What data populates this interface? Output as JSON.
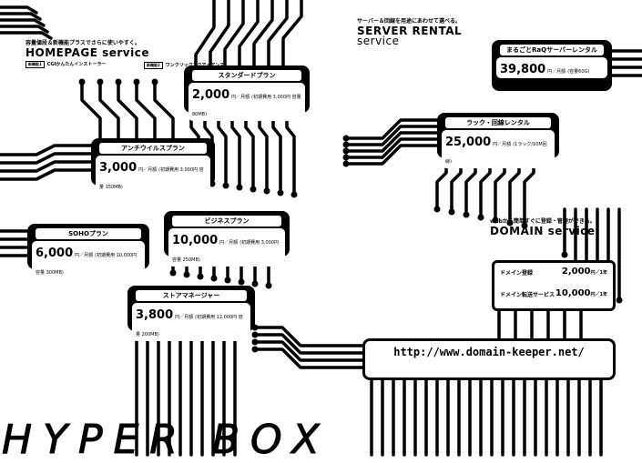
{
  "homepage": {
    "subtitle": "容量値段＆新機能プラスでさらに使いやすく。",
    "title": "HOMEPAGE service",
    "tag1": "新機能1",
    "tag1_text": "CGIかんたんインストーラー",
    "tag2": "新機能2",
    "tag2_text": "ワンクリックアクアイアンス"
  },
  "server": {
    "subtitle": "サーバー＆回線を用途にあわせて選べる。",
    "title": "SERVER RENTAL",
    "title2": "service"
  },
  "domain_section": {
    "subtitle": "webから簡単すぐに登録・管理ができる。",
    "title": "DOMAIN service"
  },
  "plans": {
    "standard": {
      "name": "スタンダードプラン",
      "price": "2,000",
      "unit": "円／月額",
      "note": "(初期費用 3,000円 容量 80MB)"
    },
    "antivirus": {
      "name": "アンチウイルスプラン",
      "price": "3,000",
      "unit": "円／月額",
      "note": "(初期費用 3,000円 容量 150MB)"
    },
    "soho": {
      "name": "SOHOプラン",
      "price": "6,000",
      "unit": "円／月額",
      "note": "(初期費用 10,000円 容量 300MB)"
    },
    "business": {
      "name": "ビジネスプラン",
      "price": "10,000",
      "unit": "円／月額",
      "note": "(初期費用 3,000円 容量 250MB)"
    },
    "store": {
      "name": "ストアマネージャー",
      "price": "3,800",
      "unit": "円／月額",
      "note": "(初期費用 12,000円 容量 200MB)"
    },
    "raq": {
      "name": "まるごとRaQサーバーレンタル",
      "price": "39,800",
      "unit": "円／月額",
      "note": "(容量60G)"
    },
    "rack": {
      "name": "ラック・回線レンタル",
      "price": "25,000",
      "unit": "円／月額",
      "note": "(1ラック/10M回線)"
    }
  },
  "domain": {
    "reg_label": "ドメイン登録",
    "reg_price": "2,000",
    "reg_unit": "円／1年",
    "fwd_label": "ドメイン転送サービス",
    "fwd_price": "10,000",
    "fwd_unit": "円／1年"
  },
  "url": {
    "text": "http://www.domain-keeper.net/"
  },
  "logo": {
    "text": "HYPER BOX"
  }
}
